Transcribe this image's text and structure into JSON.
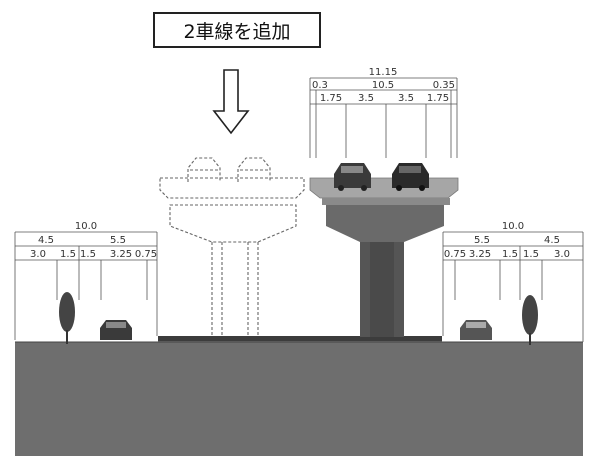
{
  "callout": {
    "text": "2車線を追加"
  },
  "colors": {
    "ground": "#6e6e6e",
    "pier": "#555555",
    "deck": "#9a9a9a",
    "dashed": "#666666",
    "tree": "#444444",
    "car": "#3a3a3a"
  },
  "icons": [
    "down-arrow-icon",
    "car-icon",
    "tree-icon"
  ],
  "dimensions": {
    "viaduct": {
      "total": "11.15",
      "row2": [
        "0.3",
        "10.5",
        "0.35"
      ],
      "row3": [
        "1.75",
        "3.5",
        "3.5",
        "1.75"
      ]
    },
    "left_road": {
      "total": "10.0",
      "row2": [
        "4.5",
        "5.5"
      ],
      "row3": [
        "3.0",
        "1.5",
        "1.5",
        "3.25",
        "0.75"
      ]
    },
    "right_road": {
      "total": "10.0",
      "row2": [
        "5.5",
        "4.5"
      ],
      "row3": [
        "0.75",
        "3.25",
        "1.5",
        "1.5",
        "3.0"
      ]
    }
  }
}
